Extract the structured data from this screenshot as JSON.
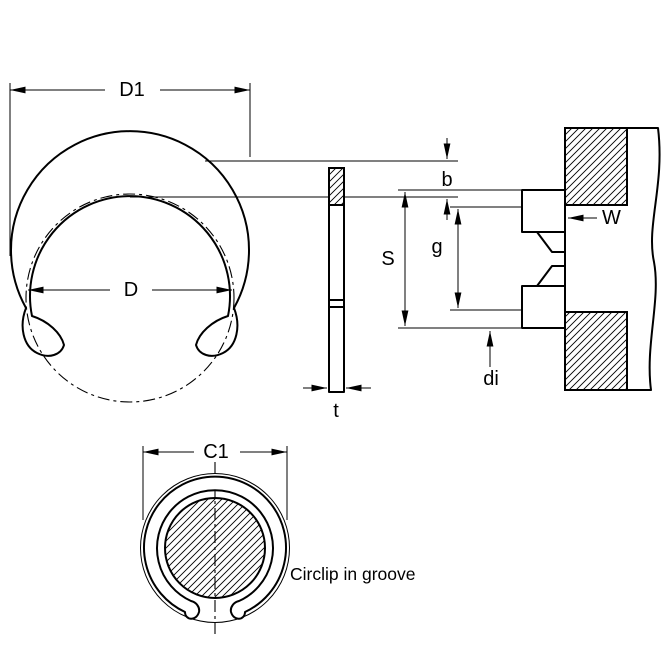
{
  "labels": {
    "d1": "D1",
    "b": "b",
    "d": "D",
    "t": "t",
    "s": "S",
    "g": "g",
    "di": "di",
    "w": "W",
    "c1": "C1"
  },
  "caption": "Circlip in groove",
  "colors": {
    "line": "#000000",
    "background": "#ffffff"
  }
}
